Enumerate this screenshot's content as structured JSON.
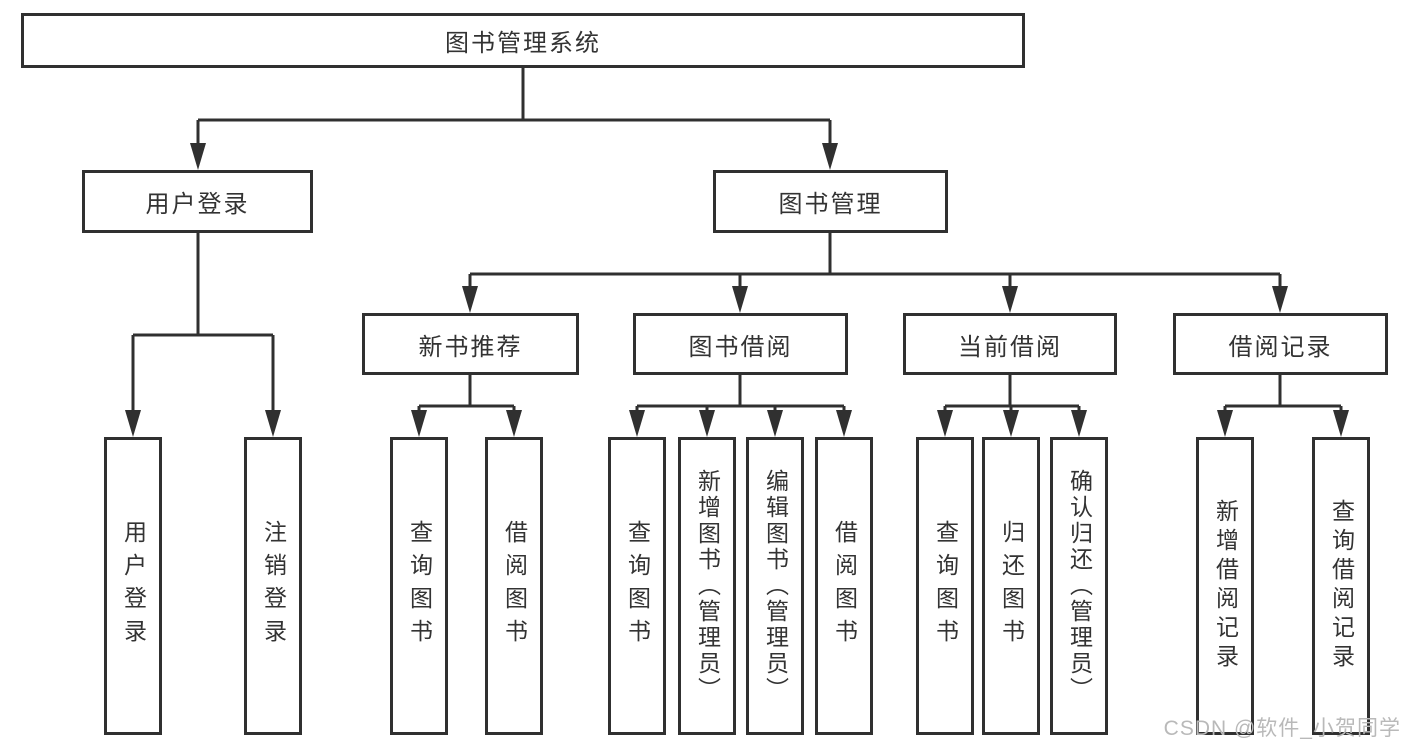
{
  "diagram": {
    "root": {
      "label": "图书管理系统"
    },
    "branches": [
      {
        "label": "用户登录",
        "children": [
          {
            "label": "用户登录"
          },
          {
            "label": "注销登录"
          }
        ]
      },
      {
        "label": "图书管理",
        "children": [
          {
            "label": "新书推荐",
            "children": [
              {
                "label": "查询图书"
              },
              {
                "label": "借阅图书"
              }
            ]
          },
          {
            "label": "图书借阅",
            "children": [
              {
                "label": "查询图书"
              },
              {
                "label": "新增图书（管理员）"
              },
              {
                "label": "编辑图书（管理员）"
              },
              {
                "label": "借阅图书"
              }
            ]
          },
          {
            "label": "当前借阅",
            "children": [
              {
                "label": "查询图书"
              },
              {
                "label": "归还图书"
              },
              {
                "label": "确认归还（管理员）"
              }
            ]
          },
          {
            "label": "借阅记录",
            "children": [
              {
                "label": "新增借阅记录"
              },
              {
                "label": "查询借阅记录"
              }
            ]
          }
        ]
      }
    ]
  },
  "watermark": {
    "text": "CSDN @软件_小贺同学"
  },
  "colors": {
    "line": "#303030",
    "text": "#333333",
    "watermark": "#b9b9b9",
    "background": "#ffffff"
  }
}
